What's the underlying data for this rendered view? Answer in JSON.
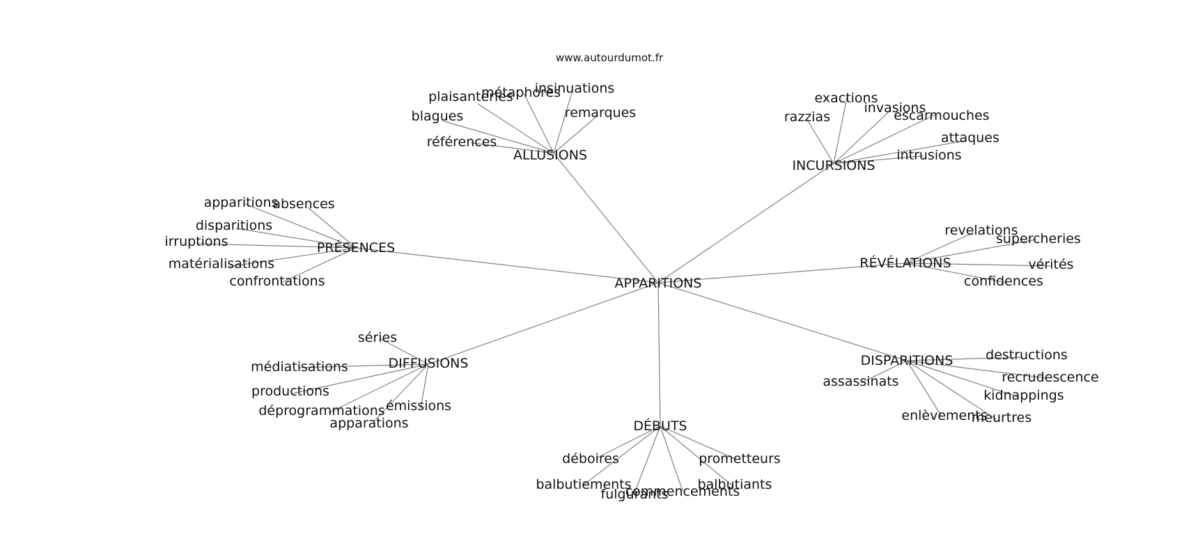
{
  "source": "www.autourdumot.fr",
  "center": "APPARITIONS",
  "groups": [
    {
      "hub": "ALLUSIONS",
      "words": [
        "plaisanteries",
        "métaphores",
        "insinuations",
        "remarques",
        "blagues",
        "références"
      ]
    },
    {
      "hub": "INCURSIONS",
      "words": [
        "exactions",
        "razzias",
        "invasions",
        "escarmouches",
        "attaques",
        "intrusions"
      ]
    },
    {
      "hub": "PRÉSENCES",
      "words": [
        "apparitions",
        "absences",
        "disparitions",
        "irruptions",
        "matérialisations",
        "confrontations"
      ]
    },
    {
      "hub": "RÉVÉLATIONS",
      "words": [
        "revelations",
        "supercheries",
        "vérités",
        "confidences"
      ]
    },
    {
      "hub": "DIFFUSIONS",
      "words": [
        "séries",
        "médiatisations",
        "productions",
        "déprogrammations",
        "émissions",
        "apparations"
      ]
    },
    {
      "hub": "DISPARITIONS",
      "words": [
        "destructions",
        "recrudescence",
        "assassinats",
        "kidnappings",
        "enlèvements",
        "meurtres"
      ]
    },
    {
      "hub": "DÉBUTS",
      "words": [
        "déboires",
        "prometteurs",
        "balbutiements",
        "balbutiants",
        "fulgurants",
        "commencements"
      ]
    }
  ]
}
